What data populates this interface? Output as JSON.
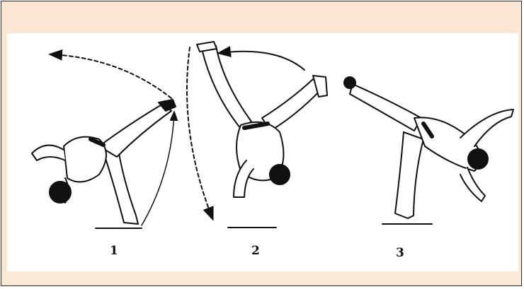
{
  "figure": {
    "steps": [
      {
        "label": "1"
      },
      {
        "label": "2"
      },
      {
        "label": "3"
      }
    ],
    "colors": {
      "background": "#fae8d5",
      "panel": "#ffffff",
      "ink": "#111111"
    }
  }
}
